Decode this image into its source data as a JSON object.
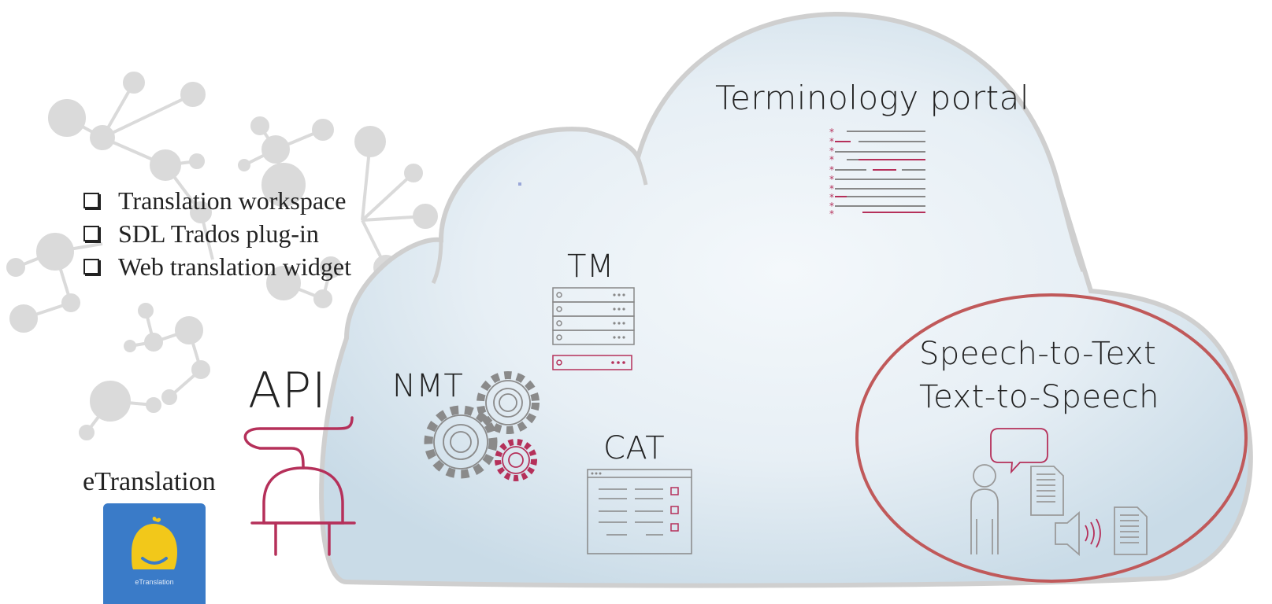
{
  "diagram": {
    "cloud_labels": {
      "terminology": "Terminology portal",
      "tm": "TM",
      "nmt": "NMT",
      "cat": "CAT",
      "speech_line1": "Speech-to-Text",
      "speech_line2": "Text-to-Speech"
    },
    "api_label": "API",
    "product_name": "eTranslation",
    "app_icon_label": "eTranslation",
    "checklist": [
      "Translation workspace",
      "SDL Trados plug-in",
      "Web translation widget"
    ],
    "icons": [
      "network-graph-icon",
      "document-list-icon",
      "server-rack-icon",
      "gears-icon",
      "cat-window-icon",
      "plug-icon",
      "speaking-person-icon",
      "app-logo-icon"
    ],
    "colors": {
      "accent": "#b5305a",
      "highlight_ring": "#c0595a",
      "cloud_fill": "#e6eff5",
      "app_blue": "#3a7bc8",
      "app_yellow": "#f2c81a"
    }
  }
}
